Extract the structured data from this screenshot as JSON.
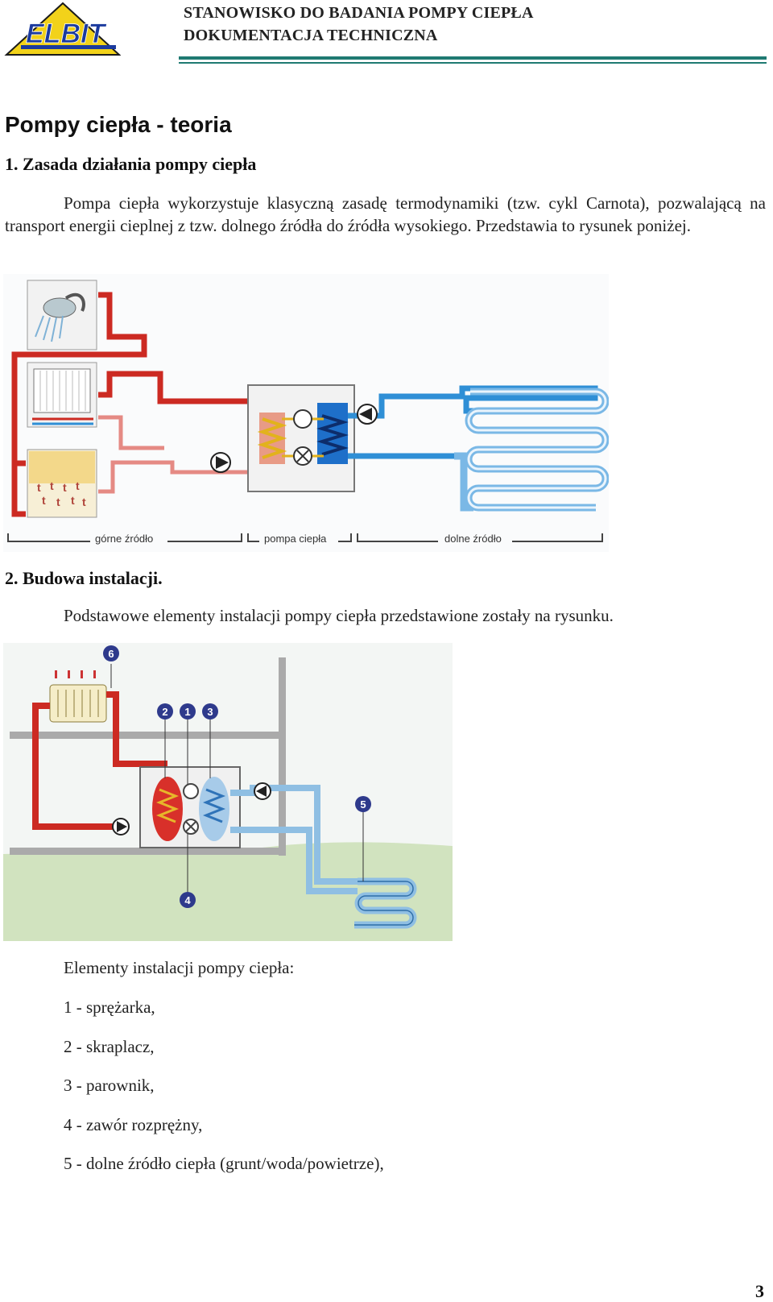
{
  "header": {
    "logo_text": "ELBIT",
    "title_line1": "STANOWISKO DO BADANIA POMPY CIEPŁA",
    "title_line2": "DOKUMENTACJA TECHNICZNA"
  },
  "section_title": "Pompy ciepła - teoria",
  "section1": {
    "heading": "1. Zasada działania pompy ciepła",
    "paragraph": "Pompa ciepła wykorzystuje klasyczną zasadę termodynamiki (tzw. cykl Carnota), pozwalającą na transport energii cieplnej z tzw. dolnego źródła do źródła wysokiego. Przedstawia to rysunek poniżej."
  },
  "figure1": {
    "label_upper_source": "górne źródło",
    "label_heat_pump": "pompa ciepła",
    "label_lower_source": "dolne źródło"
  },
  "section2": {
    "heading": "2. Budowa instalacji.",
    "paragraph": "Podstawowe elementy instalacji pompy ciepła przedstawione zostały na rysunku."
  },
  "figure2": {
    "markers": [
      "1",
      "2",
      "3",
      "4",
      "5",
      "6"
    ]
  },
  "elements": {
    "title": "Elementy instalacji pompy ciepła:",
    "items": [
      "1 - sprężarka,",
      "2 - skraplacz,",
      "3 - parownik,",
      "4 - zawór rozprężny,",
      "5 - dolne źródło ciepła (grunt/woda/powietrze),"
    ]
  },
  "page_number": "3",
  "colors": {
    "rule": "#1f7a72",
    "hot_pipe": "#cc2a22",
    "cold_pipe": "#2f8fd6",
    "logo_yellow": "#f2d21a",
    "logo_blue": "#1b3a9e"
  }
}
